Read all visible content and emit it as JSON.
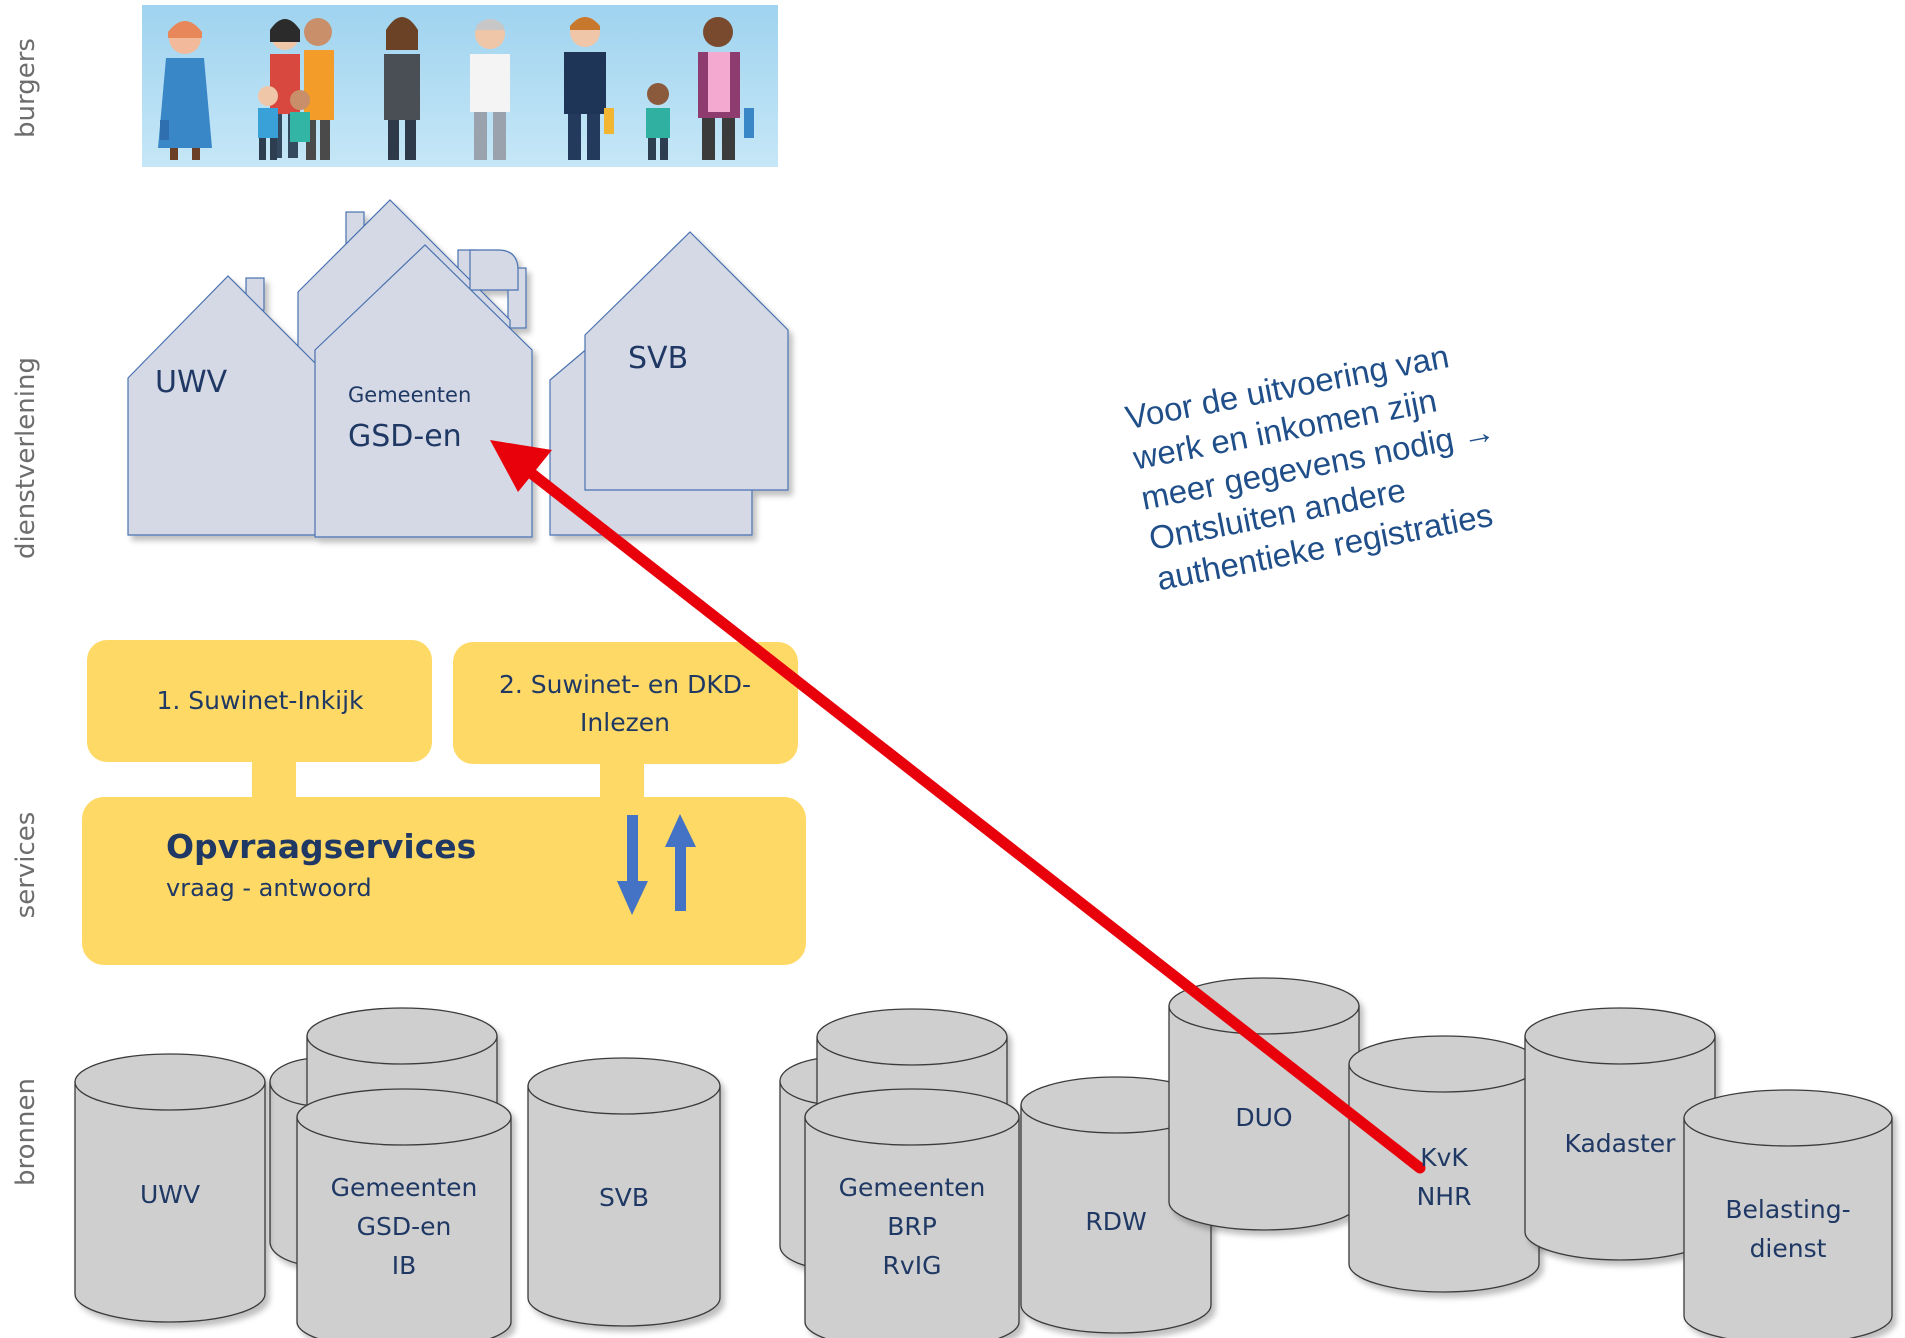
{
  "lanes": {
    "burgers": "burgers",
    "dienstverlening": "dienstverlening",
    "services": "services",
    "bronnen": "bronnen"
  },
  "houses": {
    "uwv": "UWV",
    "gemeenten_small": "Gemeenten",
    "gemeenten_main": "GSD-en",
    "svb": "SVB"
  },
  "services": {
    "inkijk": "1. Suwinet-Inkijk",
    "inlezen_line1": "2. Suwinet- en DKD-",
    "inlezen_line2": "Inlezen",
    "opvraag_title": "Opvraagservices",
    "opvraag_sub": "vraag - antwoord"
  },
  "sources": {
    "uwv": "UWV",
    "gemeenten_gsd": [
      "Gemeenten",
      "GSD-en",
      "IB"
    ],
    "svb": "SVB",
    "gemeenten_brp": [
      "Gemeenten",
      "BRP",
      "RvIG"
    ],
    "rdw": "RDW",
    "duo": "DUO",
    "kvk": [
      "KvK",
      "NHR"
    ],
    "kadaster": "Kadaster",
    "belasting": [
      "Belasting-",
      "dienst"
    ]
  },
  "note": {
    "lines": [
      "Voor de uitvoering van",
      "werk en inkomen zijn",
      "meer gegevens nodig →",
      "Ontsluiten andere",
      "authentieke registraties"
    ]
  },
  "colors": {
    "house_fill": "#d5d9e5",
    "house_stroke": "#4a72b0",
    "cylinder_fill": "#cfcfcf",
    "service_fill": "#ffd966",
    "arrow_red": "#e8000b",
    "arrow_blue": "#4472c4",
    "text_dark": "#1f3864",
    "banner_sky": "#b7dff4"
  }
}
